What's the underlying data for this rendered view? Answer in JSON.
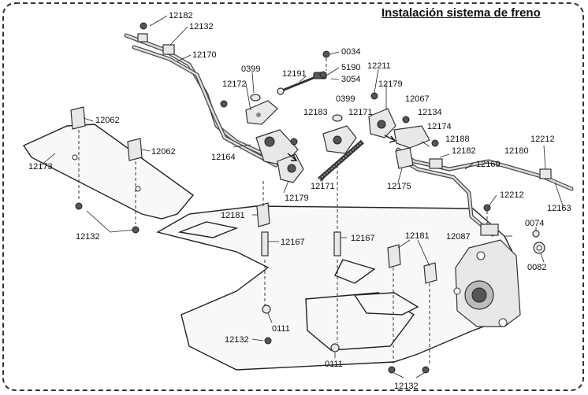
{
  "title": "Instalación sistema de freno",
  "labels": {
    "l12182a": "12182",
    "l12132a": "12132",
    "l12170": "12170",
    "l0034": "0034",
    "l5190": "5190",
    "l3054": "3054",
    "l12211": "12211",
    "l0399a": "0399",
    "l12191": "12191",
    "l12172": "12172",
    "l12179a": "12179",
    "l12062a": "12062",
    "l0399b": "0399",
    "l12067": "12067",
    "l12183": "12183",
    "l12171a": "12171",
    "l12134": "12134",
    "l12174": "12174",
    "l12062b": "12062",
    "l12173": "12173",
    "l12188": "12188",
    "l12182b": "12182",
    "l12212a": "12212",
    "l12180": "12180",
    "l12164": "12164",
    "l12169": "12169",
    "l12179b": "12179",
    "l12171b": "12171",
    "l12175": "12175",
    "l12163": "12163",
    "l12212b": "12212",
    "l12181a": "12181",
    "l12132b": "12132",
    "l12181b": "12181",
    "l0074": "0074",
    "l12087": "12087",
    "l12167a": "12167",
    "l12167b": "12167",
    "l0082": "0082",
    "l12132c": "12132",
    "l0111a": "0111",
    "l0111b": "0111",
    "l12132d": "12132"
  }
}
